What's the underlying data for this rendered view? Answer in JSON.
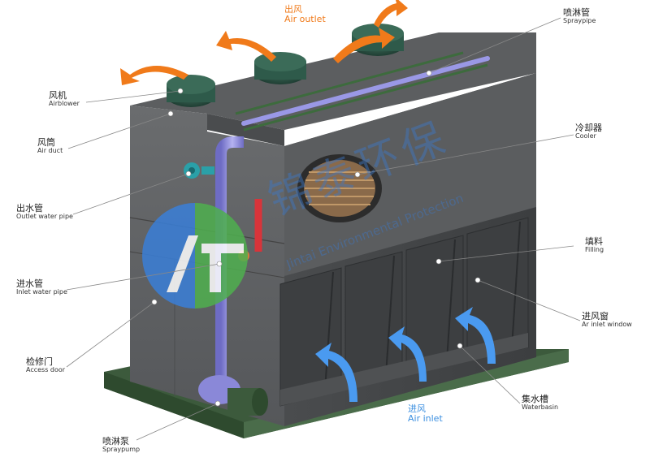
{
  "labels": {
    "air_outlet": {
      "zh": "出风",
      "en": "Air outlet"
    },
    "spray_pipe": {
      "zh": "喷淋管",
      "en": "Spraypipe"
    },
    "air_blower": {
      "zh": "风机",
      "en": "Airblower"
    },
    "air_duct": {
      "zh": "风筒",
      "en": "Air duct"
    },
    "cooler": {
      "zh": "冷却器",
      "en": "Cooler"
    },
    "outlet_water_pipe": {
      "zh": "出水管",
      "en": "Outlet water pipe"
    },
    "filling": {
      "zh": "填料",
      "en": "Filling"
    },
    "inlet_water_pipe": {
      "zh": "进水管",
      "en": "Inlet water pipe"
    },
    "air_inlet_window": {
      "zh": "进风窗",
      "en": "Ar inlet window"
    },
    "access_door": {
      "zh": "检修门",
      "en": "Access door"
    },
    "water_basin": {
      "zh": "集水槽",
      "en": "Waterbasin"
    },
    "air_inlet": {
      "zh": "进风",
      "en": "Air inlet"
    },
    "spray_pump": {
      "zh": "喷淋泵",
      "en": "Spraypump"
    }
  },
  "watermark": {
    "zh": "锦泰环保",
    "en": "Jintai Environmental Protection"
  },
  "colors": {
    "body": "#5e6062",
    "body_dark": "#3f4143",
    "fan": "#2e5a4a",
    "pipe": "#8a88d8",
    "outlet_arrow": "#f07a1a",
    "inlet_arrow": "#4a9af0",
    "base": "#3c5a3c",
    "logo_blue": "#3a7fd8",
    "logo_green": "#4fb04f"
  }
}
